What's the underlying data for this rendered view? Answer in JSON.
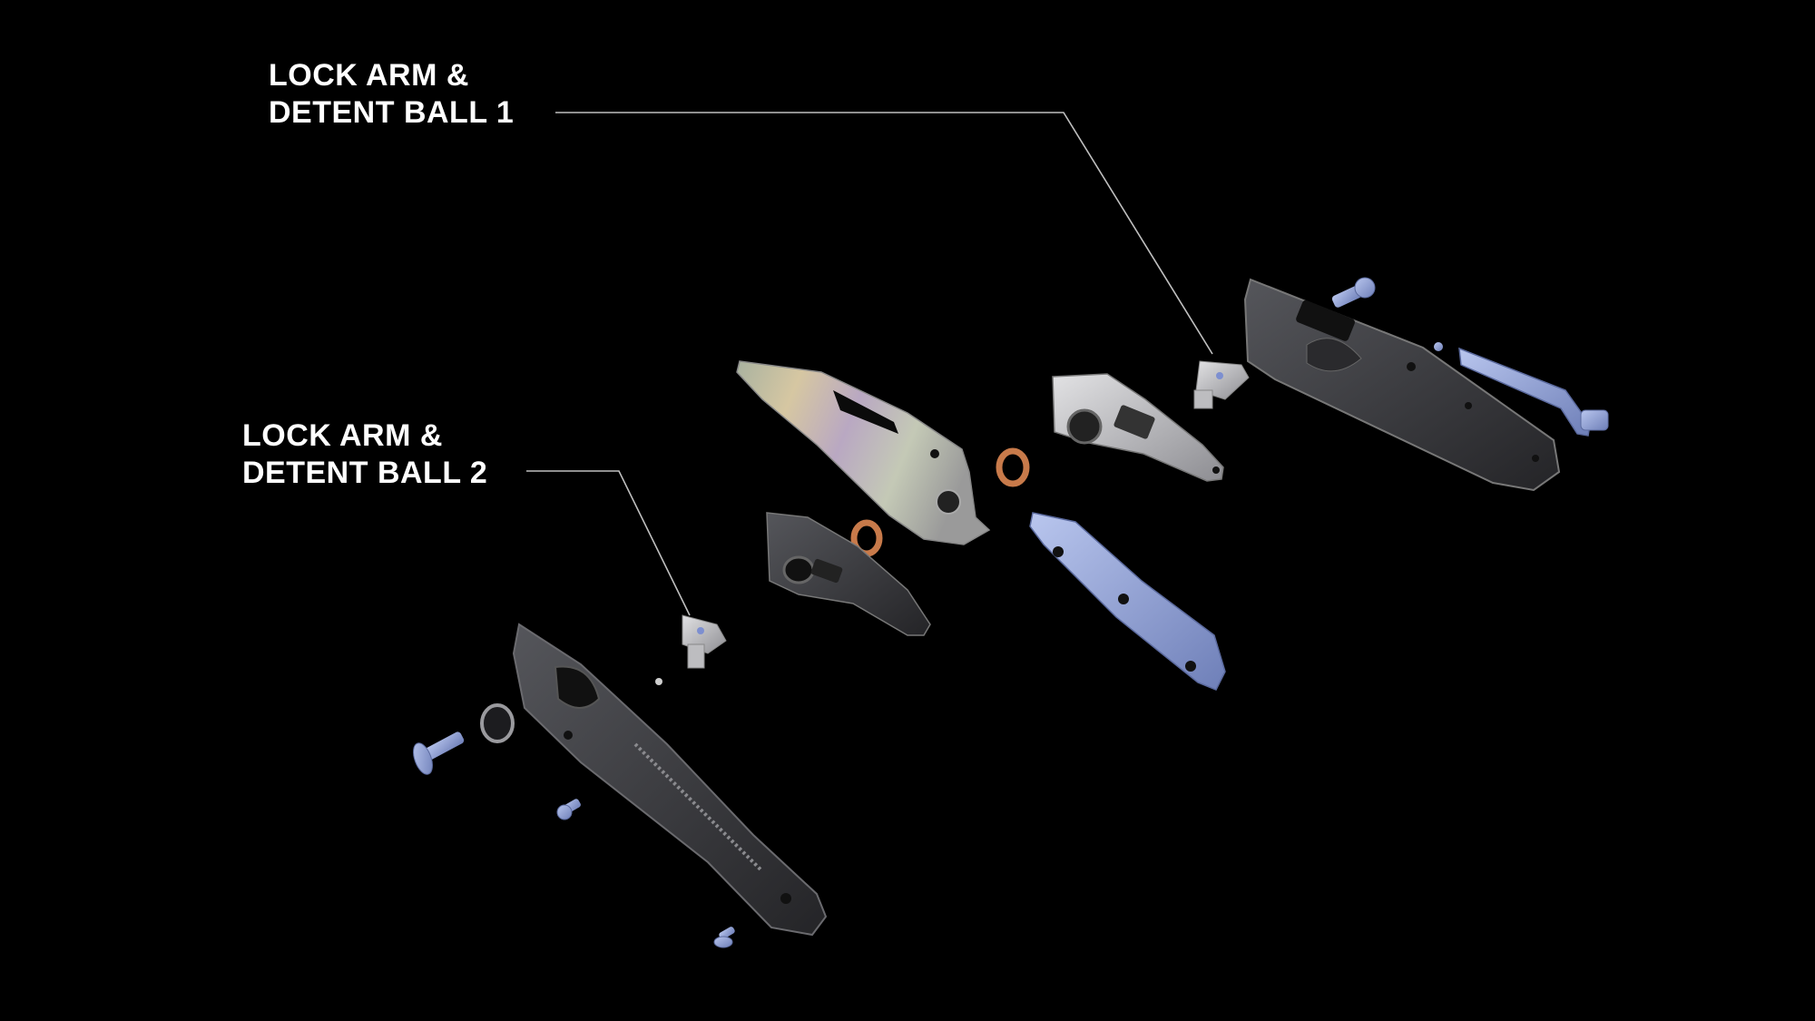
{
  "callouts": [
    {
      "line1": "LOCK ARM &",
      "line2": "DETENT BALL 1"
    },
    {
      "line1": "LOCK ARM &",
      "line2": "DETENT BALL 2"
    }
  ],
  "colors": {
    "background": "#000000",
    "label_text": "#ffffff",
    "leader_line": "#bfbfbf",
    "titanium_blue": "#8e9fd6",
    "bronze_washer": "#c87a4a",
    "handle_dark": "#3a3a3e",
    "steel_light": "#c9c9cc"
  }
}
